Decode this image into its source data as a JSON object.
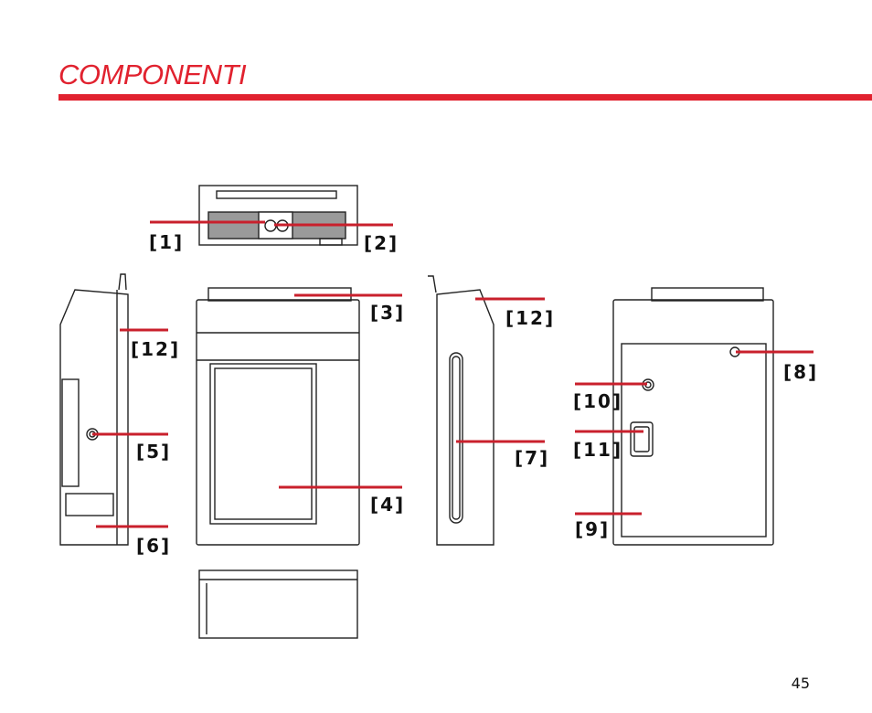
{
  "page": {
    "title": "COMPONENTI",
    "page_number": "45",
    "accent_color": "#e1222f"
  },
  "callouts": [
    {
      "id": "c1",
      "label": "[1]"
    },
    {
      "id": "c2",
      "label": "[2]"
    },
    {
      "id": "c3",
      "label": "[3]"
    },
    {
      "id": "c4",
      "label": "[4]"
    },
    {
      "id": "c5",
      "label": "[5]"
    },
    {
      "id": "c6",
      "label": "[6]"
    },
    {
      "id": "c7",
      "label": "[7]"
    },
    {
      "id": "c8",
      "label": "[8]"
    },
    {
      "id": "c9",
      "label": "[9]"
    },
    {
      "id": "c10",
      "label": "[10]"
    },
    {
      "id": "c11",
      "label": "[11]"
    },
    {
      "id": "c12a",
      "label": "[12]"
    },
    {
      "id": "c12b",
      "label": "[12]"
    }
  ]
}
